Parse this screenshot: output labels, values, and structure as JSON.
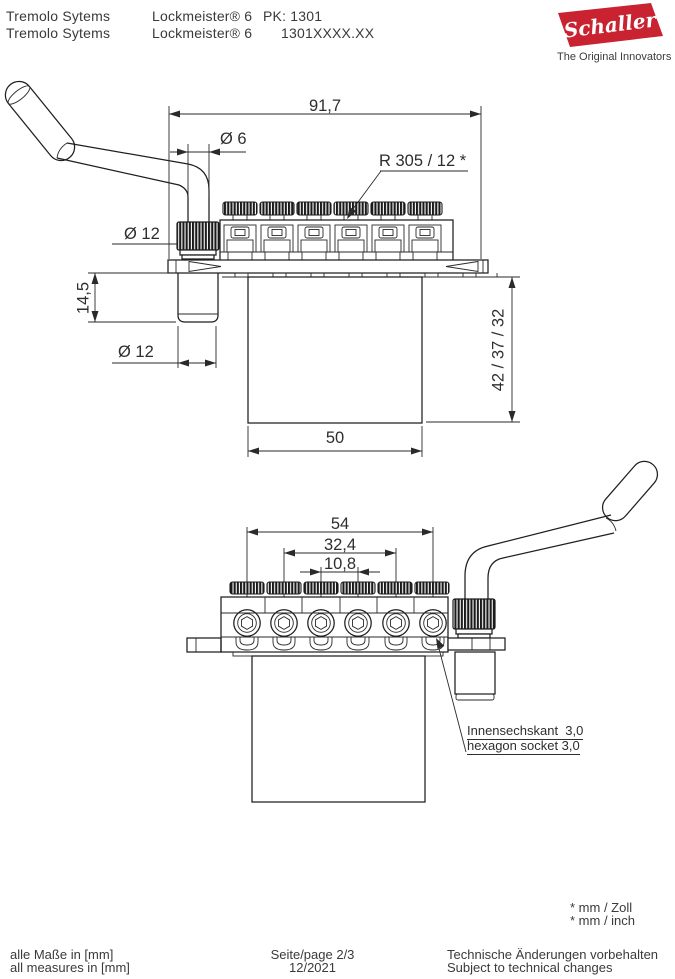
{
  "header": {
    "col1": [
      "Tremolo Sytems",
      "Tremolo Sytems"
    ],
    "col2": [
      "Lockmeister® 6",
      "Lockmeister® 6"
    ],
    "col3": [
      "PK: 1301",
      "1301XXXX.XX"
    ],
    "logo": {
      "brand": "Schaller",
      "tagline": "The Original Innovators",
      "color": "#c92231"
    }
  },
  "drawings": {
    "side_view": {
      "dim_total_width": "91,7",
      "dim_arm_diameter": "Ø 6",
      "dim_saddle_radius": "R 305 / 12 *",
      "dim_knob_diameter": "Ø 12",
      "dim_stud_length": "14,5",
      "dim_stud_diameter": "Ø 12",
      "dim_block_heights": "42 / 37 / 32",
      "dim_block_width": "50"
    },
    "front_view": {
      "dim_outer_spread": "54",
      "dim_inner_spread": "32,4",
      "dim_string_spacing": "10,8",
      "note_de": "Innensechskant  3,0",
      "note_en": "hexagon socket 3,0"
    }
  },
  "footnote": {
    "line1": "* mm / Zoll",
    "line2": "* mm / inch"
  },
  "footer": {
    "left_line1": "alle Maße in [mm]",
    "left_line2": "all measures in [mm]",
    "center_line1": "Seite/page 2/3",
    "center_line2": "12/2021",
    "right_line1": "Technische Änderungen vorbehalten",
    "right_line2": "Subject to technical changes"
  }
}
